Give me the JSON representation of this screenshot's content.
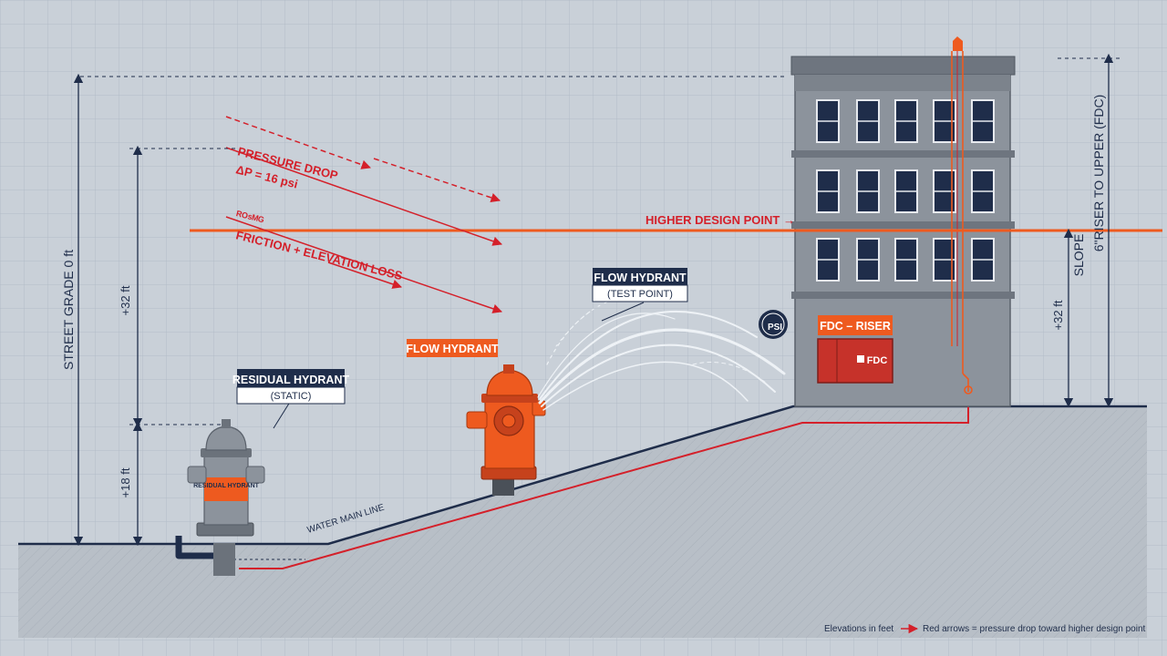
{
  "labels": {
    "pressure_drop": "PRESSURE DROP",
    "delta_p": "ΔP = 16 psi",
    "friction_prefix": "ᴿᴼˢᴹᴳ",
    "friction_loss": "FRICTION + ELEVATION LOSS",
    "higher_design_point": "HIGHER DESIGN POINT →",
    "street_grade": "STREET GRADE 0 ft",
    "elev_32_left": "+32 ft",
    "elev_18_left": "+18 ft",
    "elev_32_right": "+32 ft",
    "slope": "SLOPE",
    "riser_to_upper": "6\"RISER TO UPPER (FDC)",
    "residual_hydrant": "RESIDUAL HYDRANT",
    "static": "(STATIC)",
    "residual_hydrant_body": "RESIDUAL HYDRANT",
    "flow_hydrant_callout": "FLOW HYDRANT",
    "test_point": "(TEST POINT)",
    "flow_hydrant_orange": "FLOW HYDRANT",
    "fdc_riser": "FDC – RISER",
    "fdc": "FDC",
    "psi_badge": "PSI",
    "water_main_line": "WATER MAIN LINE"
  },
  "legend": {
    "elevations": "Elevations in feet",
    "red_arrows": "Red arrows = pressure drop toward higher design point"
  },
  "colors": {
    "background": "#c9d0d8",
    "grid": "#b4bdc8",
    "navy": "#1f2d4a",
    "red": "#d4202a",
    "orange": "#ee5a1f",
    "building": "#8c939c",
    "ground": "#b8bfc7"
  }
}
